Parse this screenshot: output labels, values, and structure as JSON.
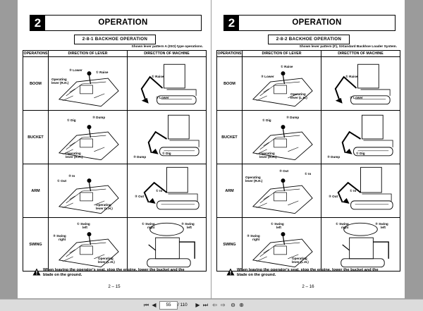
{
  "pages": [
    {
      "chapter_num": "2",
      "title": "OPERATION",
      "section": "2-8-1  BACKHOE OPERATION",
      "note": "Shown lever pattern A (ISO) type operations.",
      "headers": [
        "OPERATIONS",
        "DIRECTION OF LEVER",
        "DIRECTTON OF MACHINE"
      ],
      "rows": [
        {
          "op": "BOOM",
          "lever": [
            "② Lower",
            "① Raise",
            "Operating",
            "lever (R.H.)"
          ],
          "machine": [
            "① Raise",
            "② Lower"
          ]
        },
        {
          "op": "BUCKET",
          "lever": [
            "① Dig",
            "② Dump",
            "Operating",
            "lever (R.H.)"
          ],
          "machine": [
            "② Dump",
            "① Dig"
          ]
        },
        {
          "op": "ARM",
          "lever": [
            "① Out",
            "② In",
            "Operating",
            "lever (L.H.)"
          ],
          "machine": [
            "② Out",
            "① In"
          ]
        },
        {
          "op": "SWING",
          "lever": [
            "② Swing",
            "right",
            "① Swing",
            "left",
            "Operating",
            "lever (L.H.)"
          ],
          "machine": [
            "① Swing",
            "right",
            "② Swing",
            "left"
          ]
        }
      ],
      "warning": [
        "When leaving the operator's seat, stop the engine, lower the bucket and the",
        "blade on the ground."
      ],
      "page_num": "2 – 15"
    },
    {
      "chapter_num": "2",
      "title": "OPERATION",
      "section": "2-8-2  BACKHOE OPERATION",
      "note": "Shown lever pattern (F), SXtandard Backhoe Loader System.",
      "headers": [
        "OPERATIONS",
        "DIRECTION OF LEVER",
        "DIRECTTON OF MACHINE"
      ],
      "rows": [
        {
          "op": "BOOM",
          "lever": [
            "② Lower",
            "① Raise",
            "Operating",
            "lever (L.H.)"
          ],
          "machine": [
            "① Raise",
            "② Lower"
          ]
        },
        {
          "op": "BUCKET",
          "lever": [
            "① Dig",
            "② Dump",
            "Operating",
            "lever (R.H.)"
          ],
          "machine": [
            "② Dump",
            "① Dig"
          ]
        },
        {
          "op": "ARM",
          "lever": [
            "② Out",
            "① In",
            "Operating",
            "lever (R.H.)"
          ],
          "machine": [
            "② Out",
            "① In"
          ]
        },
        {
          "op": "SWING",
          "lever": [
            "② Swing",
            "right",
            "① Swing",
            "left",
            "Operating",
            "lever (L.H.)"
          ],
          "machine": [
            "① Swing",
            "right",
            "② Swing",
            "left"
          ]
        }
      ],
      "warning": [
        "When leaving the operator's seat, stop the engine, lower the bucket and the",
        "blade on the ground."
      ],
      "page_num": "2 – 16"
    }
  ],
  "toolbar": {
    "icons": [
      "first-page-icon",
      "prev-page-icon",
      "next-page-icon",
      "last-page-icon",
      "back-icon",
      "forward-icon",
      "zoom-out-icon",
      "zoom-in-icon"
    ],
    "current_page": "55",
    "total": "/ 110"
  }
}
